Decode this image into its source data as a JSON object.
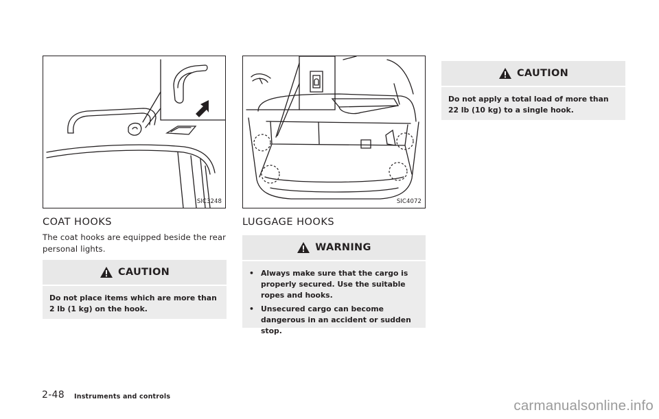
{
  "figure1": {
    "code": "SIC3248"
  },
  "figure2": {
    "code": "SIC4072"
  },
  "coat_hooks": {
    "heading": "COAT HOOKS",
    "body": "The coat hooks are equipped beside the rear personal lights.",
    "caution": {
      "title": "CAUTION",
      "text": "Do not place items which are more than 2 lb (1 kg) on the hook."
    }
  },
  "luggage_hooks": {
    "heading": "LUGGAGE HOOKS",
    "warning": {
      "title": "WARNING",
      "bullets": [
        "Always make sure that the cargo is properly secured. Use the suitable ropes and hooks.",
        "Unsecured cargo can become dangerous in an accident or sudden stop."
      ]
    }
  },
  "caution_right": {
    "title": "CAUTION",
    "text": "Do not apply a total load of more than 22 lb (10 kg) to a single hook."
  },
  "footer": {
    "page_number": "2-48",
    "section": "Instruments and controls"
  },
  "watermark": "carmanualsonline.info"
}
